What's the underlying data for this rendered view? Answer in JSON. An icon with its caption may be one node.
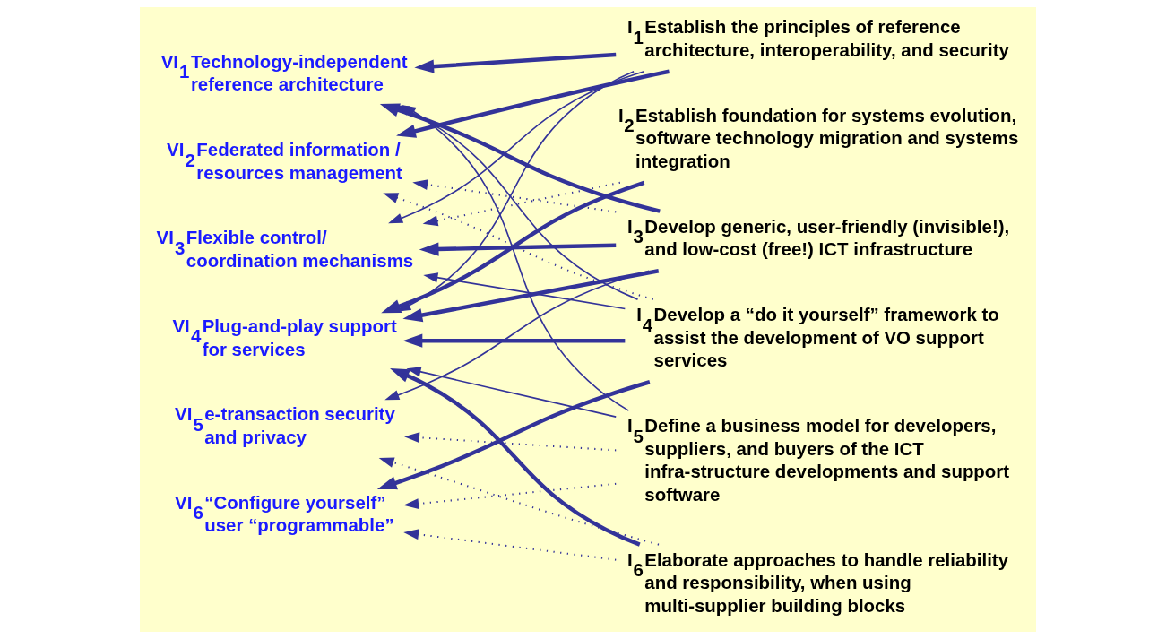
{
  "diagram": {
    "nodes": [
      {
        "text": [
          "VI$_{1}$",
          "Technology-independent reference architecture"
        ]
      },
      {
        "text": [
          "VI$_{2}$",
          "Federated information / resources management"
        ]
      },
      {
        "text": [
          "VI$_{3}$",
          "Flexible control/ coordination mechanisms"
        ]
      },
      {
        "text": [
          "VI$_{4}$",
          "Plug-and-play support for services"
        ]
      },
      {
        "text": [
          "VI$_{5}$",
          "e-transaction security and privacy"
        ]
      },
      {
        "text": [
          "VI$_{6}$",
          "“Configure yourself” user “programmable”"
        ]
      },
      {
        "text": [
          "I$_{1}$",
          "Establish the principles of reference architecture, interoperability, and security"
        ]
      },
      {
        "text": [
          "I$_{2}$",
          "Establish foundation for systems evolution, software technology migration and systems integration"
        ]
      },
      {
        "text": [
          "I$_{3}$",
          "Develop generic, user-friendly (invisible!), and low-cost (free!) ICT infrastructure"
        ]
      },
      {
        "text": [
          "I$_{4}$",
          "Develop a “do it yourself” framework to assist the development of VO support services"
        ]
      },
      {
        "text": [
          "I$_{5}$",
          "Define a business model for developers, suppliers, and buyers of the ICT infra-structure developments and support software"
        ]
      },
      {
        "text": [
          "I$_{6}$",
          "Elaborate approaches to handle reliability and responsibility, when using multi-supplier building blocks"
        ]
      }
    ],
    "edges": [
      {
        "from": 6,
        "to": 0,
        "arrow": "to",
        "style": "thick"
      },
      {
        "from": 6,
        "to": 1,
        "arrow": "to",
        "style": "thick"
      },
      {
        "from": 6,
        "to": 2,
        "arrow": "to"
      },
      {
        "from": 6,
        "to": 3,
        "arrow": "to"
      },
      {
        "from": 7,
        "to": 3,
        "arrow": "to",
        "style": "thick"
      },
      {
        "from": 7,
        "to": 2,
        "arrow": "to",
        "style": "dashed"
      },
      {
        "from": 8,
        "to": 0,
        "arrow": "to",
        "style": "thick"
      },
      {
        "from": 8,
        "to": 2,
        "arrow": "to",
        "style": "thick"
      },
      {
        "from": 8,
        "to": 3,
        "arrow": "to",
        "style": "thick"
      },
      {
        "from": 8,
        "to": 1,
        "arrow": "to",
        "style": "dashed"
      },
      {
        "from": 8,
        "to": 4,
        "arrow": "to"
      },
      {
        "from": 9,
        "to": 3,
        "arrow": "to",
        "style": "thick"
      },
      {
        "from": 9,
        "to": 0,
        "arrow": "to"
      },
      {
        "from": 9,
        "to": 1,
        "arrow": "to",
        "style": "dashed"
      },
      {
        "from": 9,
        "to": 5,
        "arrow": "to",
        "style": "thick"
      },
      {
        "from": 9,
        "to": 2,
        "arrow": "to"
      },
      {
        "from": 10,
        "to": 4,
        "arrow": "to",
        "style": "dashed"
      },
      {
        "from": 10,
        "to": 5,
        "arrow": "to",
        "style": "dashed"
      },
      {
        "from": 10,
        "to": 3,
        "arrow": "to"
      },
      {
        "from": 10,
        "to": 0,
        "arrow": "to"
      },
      {
        "from": 11,
        "to": 5,
        "arrow": "to",
        "style": "dashed"
      },
      {
        "from": 11,
        "to": 4,
        "arrow": "to",
        "style": "dashed"
      },
      {
        "from": 11,
        "to": 3,
        "arrow": "to",
        "style": "thick"
      }
    ]
  }
}
